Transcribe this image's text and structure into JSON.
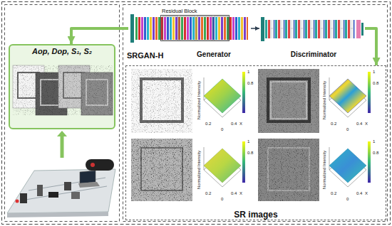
{
  "diagram": {
    "nodes": [
      {
        "text": [
          "Aop, Dop, S₁, S₂"
        ]
      },
      {
        "text": [
          "SRGAN-H"
        ]
      },
      {
        "text": [
          "Generator"
        ],
        "in": 1
      },
      {
        "text": [
          "Residual Block"
        ],
        "in": 2
      },
      {
        "text": [
          "Discriminator"
        ],
        "in": 1
      },
      {
        "text": [
          "SR images"
        ]
      }
    ],
    "edges": [
      {
        "from": 2,
        "to": 0,
        "arrow": "to"
      },
      {
        "from": 2,
        "to": 4,
        "arrow": "to"
      },
      {
        "from": 4,
        "to": 5,
        "arrow": "to"
      }
    ],
    "labels": [
      "Normalized Intensity",
      "1",
      "0.8",
      "0.4",
      "X",
      "0.2",
      "0",
      "Normalized Intensity",
      "1",
      "0.8",
      "0.4",
      "X",
      "0.2",
      "0",
      "Normalized Intensity",
      "1",
      "0.8",
      "0.4",
      "X",
      "0.2",
      "0",
      "Normalized Intensity",
      "1",
      "0.8",
      "0.4",
      "X",
      "0.2",
      "0"
    ]
  }
}
